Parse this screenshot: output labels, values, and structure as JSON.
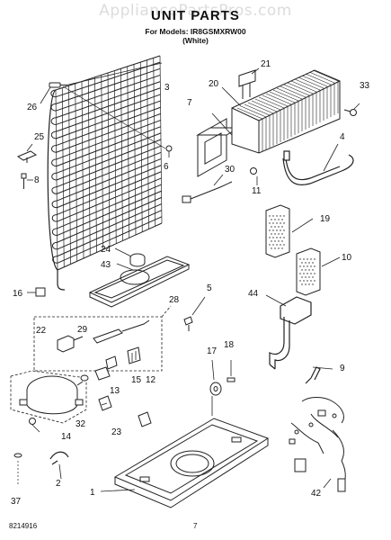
{
  "watermark": "AppliancePartsPros.com",
  "header": {
    "title": "UNIT PARTS",
    "models_line": "For Models: IR8GSMXRW00",
    "variant": "(White)"
  },
  "footer": {
    "doc_number": "8214916",
    "page_number": "7"
  },
  "parts": [
    {
      "id": "condenser-coil",
      "number": "3"
    },
    {
      "id": "screw-26",
      "number": "26"
    },
    {
      "id": "bracket-25",
      "number": "25"
    },
    {
      "id": "screw-8",
      "number": "8"
    },
    {
      "id": "screw-6",
      "number": "6"
    },
    {
      "id": "evaporator-fan",
      "number": "7"
    },
    {
      "id": "fan-blade",
      "number": "20"
    },
    {
      "id": "bracket-21",
      "number": "21"
    },
    {
      "id": "screw-33",
      "number": "33"
    },
    {
      "id": "heater-4",
      "number": "4"
    },
    {
      "id": "harness-30",
      "number": "30"
    },
    {
      "id": "grommet-11",
      "number": "11"
    },
    {
      "id": "pad-19",
      "number": "19"
    },
    {
      "id": "pad-10",
      "number": "10"
    },
    {
      "id": "drain-cap-24",
      "number": "24"
    },
    {
      "id": "drain-pan-43",
      "number": "43"
    },
    {
      "id": "clip-16",
      "number": "16"
    },
    {
      "id": "grommet-5",
      "number": "5"
    },
    {
      "id": "drain-tube-44",
      "number": "44"
    },
    {
      "id": "kit-28",
      "number": "28"
    },
    {
      "id": "overload-22",
      "number": "22"
    },
    {
      "id": "relay-29",
      "number": "29"
    },
    {
      "id": "cover-15",
      "number": "15"
    },
    {
      "id": "terminal-12",
      "number": "12"
    },
    {
      "id": "relay-13",
      "number": "13"
    },
    {
      "id": "compressor-14",
      "number": "14"
    },
    {
      "id": "capacitor-32",
      "number": "32"
    },
    {
      "id": "connector-23",
      "number": "23"
    },
    {
      "id": "mount-17",
      "number": "17"
    },
    {
      "id": "screw-18",
      "number": "18"
    },
    {
      "id": "wrench-9",
      "number": "9"
    },
    {
      "id": "wire-harness-42",
      "number": "42"
    },
    {
      "id": "base-plate-1",
      "number": "1"
    },
    {
      "id": "clip-2",
      "number": "2"
    },
    {
      "id": "washer-37",
      "number": "37"
    }
  ]
}
